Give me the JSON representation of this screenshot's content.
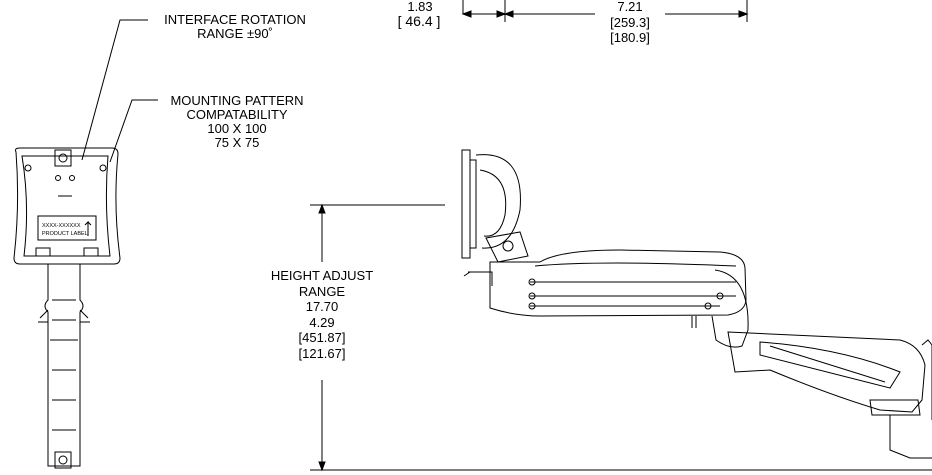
{
  "dims_top": {
    "left_inch": "1.83",
    "left_mm": "46.4",
    "right_inch": "7.21",
    "right_mm_1": "[259.3]",
    "right_mm_2": "[180.9]"
  },
  "callouts": {
    "interface_rotation": [
      "INTERFACE ROTATION",
      "RANGE ±90˚"
    ],
    "mounting_pattern": [
      "MOUNTING PATTERN",
      "COMPATABILITY",
      "100 X 100",
      "75 X 75"
    ]
  },
  "height_adjust": {
    "lines": [
      "HEIGHT ADJUST",
      "RANGE",
      "17.70",
      "4.29",
      "[451.87]",
      "[121.67]"
    ]
  },
  "device_label": [
    "XXXX-XXXXXX",
    "PRODUCT LABEL"
  ]
}
